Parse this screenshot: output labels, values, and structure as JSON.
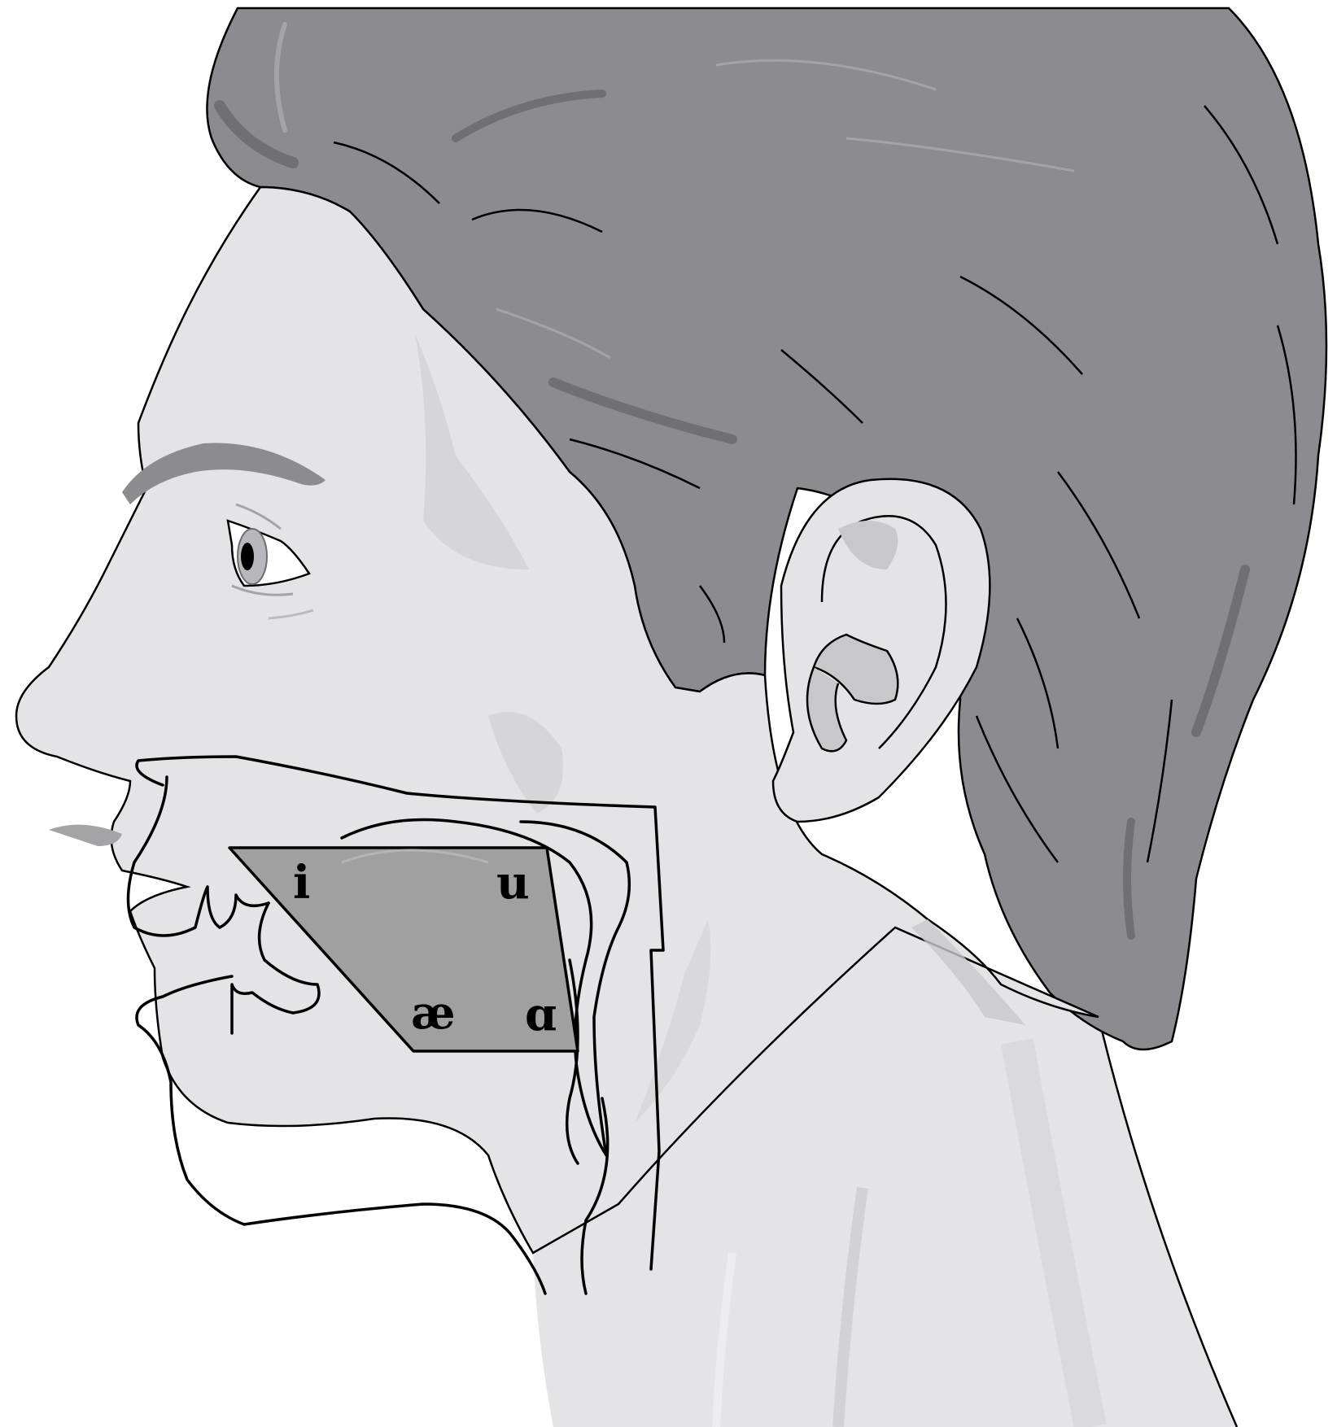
{
  "diagram": {
    "vowels": {
      "high_front": "i",
      "high_back": "u",
      "low_front": "æ",
      "low_back": "ɑ"
    },
    "colors": {
      "background": "#ffffff",
      "skin": "#e4e4e6",
      "skin_shadow": "#d2d2d4",
      "hair": "#8c8c90",
      "hair_dark": "#707074",
      "hair_light": "#a4a4a8",
      "vowel_trapezoid": "#a0a0a0",
      "outline": "#000000"
    }
  }
}
